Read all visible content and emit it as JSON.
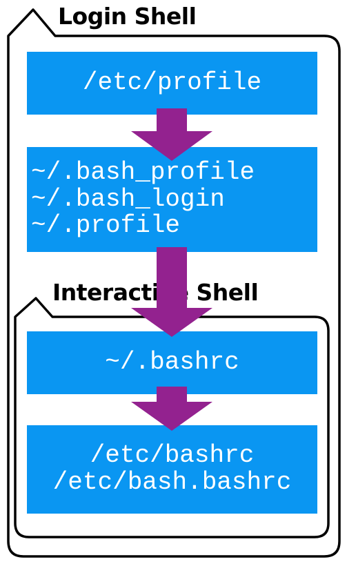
{
  "login_shell": {
    "label": "Login Shell"
  },
  "interactive_shell": {
    "label": "Interactive Shell"
  },
  "boxes": {
    "etc_profile": {
      "lines": [
        "/etc/profile"
      ]
    },
    "user_profiles": {
      "lines": [
        "~/.bash_profile",
        "~/.bash_login",
        "~/.profile"
      ]
    },
    "bashrc": {
      "lines": [
        "~/.bashrc"
      ]
    },
    "system_bashrc": {
      "lines": [
        "/etc/bashrc",
        "/etc/bash.bashrc"
      ]
    }
  },
  "colors": {
    "box_fill": "#0a96f2",
    "box_text": "#ffffff",
    "arrow": "#93228f",
    "frame_border": "#000000"
  }
}
